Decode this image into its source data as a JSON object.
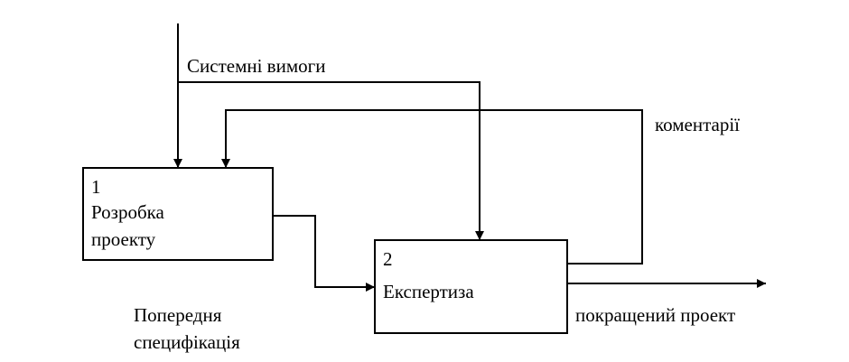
{
  "diagram": {
    "blocks": [
      {
        "number": "1",
        "line1": "Розробка",
        "line2": "проекту"
      },
      {
        "number": "2",
        "line1": "Експертиза"
      }
    ],
    "arrows": {
      "input": "Системні вимоги",
      "feedback": "коментарії",
      "intermediate_line1": "Попередня",
      "intermediate_line2": "специфікація",
      "output": "покращений проект"
    }
  }
}
